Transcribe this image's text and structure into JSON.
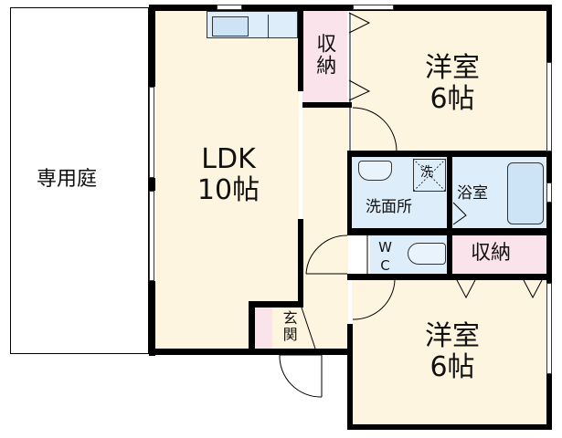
{
  "floor_plan": {
    "colors": {
      "room_floor": "#fdf5e0",
      "storage": "#fbe3ec",
      "wet_area": "#ddeefa",
      "wall": "#000000",
      "garden": "#ffffff"
    },
    "rooms": {
      "garden": {
        "label": "専用庭"
      },
      "ldk": {
        "label": "LDK",
        "size": "10帖"
      },
      "storage_top": {
        "label": "収納"
      },
      "western_top": {
        "label": "洋室",
        "size": "6帖"
      },
      "washroom": {
        "label": "洗面所"
      },
      "washer": {
        "label": "洗"
      },
      "bathroom": {
        "label": "浴室"
      },
      "wc": {
        "label": "WC"
      },
      "storage_bottom": {
        "label": "収納"
      },
      "entrance": {
        "label": "玄関"
      },
      "western_bottom": {
        "label": "洋室",
        "size": "6帖"
      }
    }
  }
}
